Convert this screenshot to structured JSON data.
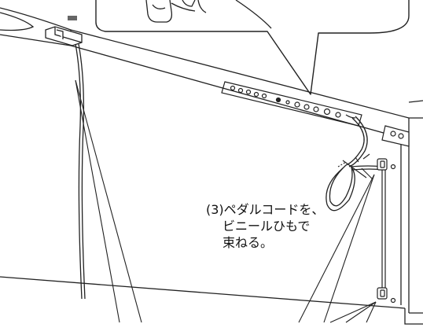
{
  "instruction": {
    "line1": "(3)ペダルコードを、",
    "line2": "ビニールひもで",
    "line3": "束ねる。"
  }
}
